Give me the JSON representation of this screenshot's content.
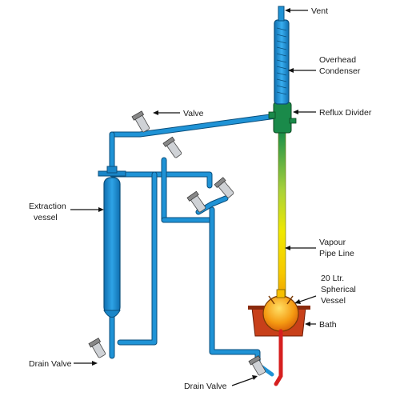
{
  "labels": {
    "vent": "Vent",
    "overhead_condenser": [
      "Overhead",
      "Condenser"
    ],
    "reflux_divider": "Reflux Divider",
    "valve": "Valve",
    "extraction_vessel": [
      "Extraction",
      "vessel"
    ],
    "vapour_pipe_line": [
      "Vapour",
      "Pipe Line"
    ],
    "spherical_vessel": [
      "20 Ltr.",
      "Spherical",
      "Vessel"
    ],
    "bath": "Bath",
    "drain_valve_left": "Drain Valve",
    "drain_valve_bottom": "Drain Valve"
  },
  "colors": {
    "pipe_blue": "#1f93d6",
    "pipe_dark": "#0b4f7c",
    "vapour_top": "#1a8f4a",
    "vapour_mid": "#f0e800",
    "vapour_bottom": "#e8380d",
    "bath": "#c8401a",
    "drain_red": "#d61f1f"
  }
}
